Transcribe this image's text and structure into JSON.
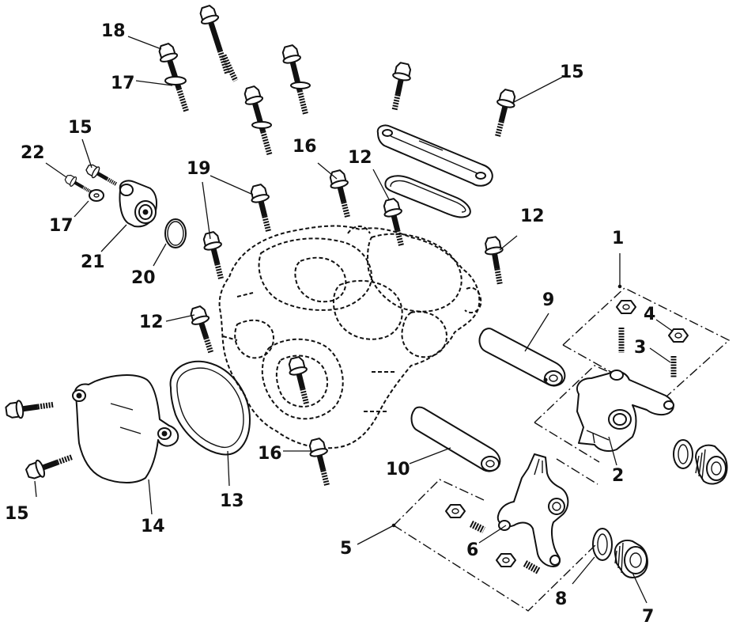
{
  "diagram": {
    "callouts": [
      {
        "id": "c1",
        "label": "1"
      },
      {
        "id": "c2",
        "label": "2"
      },
      {
        "id": "c3",
        "label": "3"
      },
      {
        "id": "c4",
        "label": "4"
      },
      {
        "id": "c5",
        "label": "5"
      },
      {
        "id": "c6",
        "label": "6"
      },
      {
        "id": "c7",
        "label": "7"
      },
      {
        "id": "c8",
        "label": "8"
      },
      {
        "id": "c9",
        "label": "9"
      },
      {
        "id": "c10",
        "label": "10"
      },
      {
        "id": "c12a",
        "label": "12"
      },
      {
        "id": "c12b",
        "label": "12"
      },
      {
        "id": "c12c",
        "label": "12"
      },
      {
        "id": "c13",
        "label": "13"
      },
      {
        "id": "c14",
        "label": "14"
      },
      {
        "id": "c15a",
        "label": "15"
      },
      {
        "id": "c15b",
        "label": "15"
      },
      {
        "id": "c15c",
        "label": "15"
      },
      {
        "id": "c16a",
        "label": "16"
      },
      {
        "id": "c16b",
        "label": "16"
      },
      {
        "id": "c17a",
        "label": "17"
      },
      {
        "id": "c17b",
        "label": "17"
      },
      {
        "id": "c18",
        "label": "18"
      },
      {
        "id": "c19",
        "label": "19"
      },
      {
        "id": "c20",
        "label": "20"
      },
      {
        "id": "c21",
        "label": "21"
      },
      {
        "id": "c22",
        "label": "22"
      }
    ]
  }
}
